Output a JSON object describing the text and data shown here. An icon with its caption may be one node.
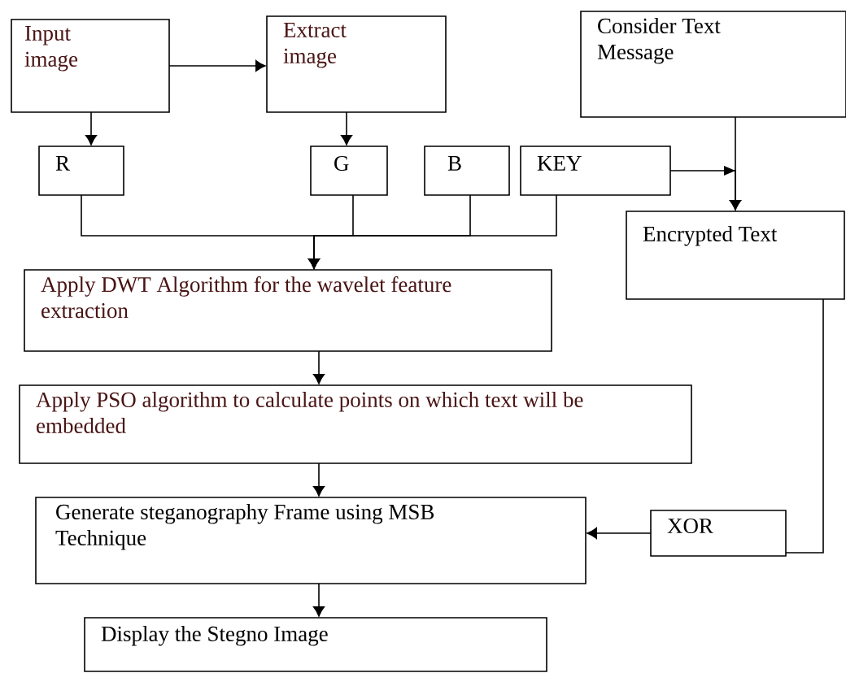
{
  "diagram": {
    "nodes": [
      {
        "text": [
          "Input image"
        ]
      },
      {
        "text": [
          "Extract image"
        ]
      },
      {
        "text": [
          "Consider Text Message"
        ]
      },
      {
        "text": [
          "R"
        ]
      },
      {
        "text": [
          "G"
        ]
      },
      {
        "text": [
          "B"
        ]
      },
      {
        "text": [
          "KEY"
        ]
      },
      {
        "text": [
          "Encrypted Text"
        ]
      },
      {
        "text": [
          "Apply DWT Algorithm for the wavelet feature extraction"
        ]
      },
      {
        "text": [
          "Apply PSO algorithm to calculate points on which text will be embedded"
        ]
      },
      {
        "text": [
          "Generate steganography Frame using MSB Technique"
        ]
      },
      {
        "text": [
          "XOR"
        ]
      },
      {
        "text": [
          "Display the Stegno Image"
        ]
      }
    ],
    "edges": [
      {
        "from": 0,
        "to": 1,
        "arrow": "to"
      },
      {
        "from": 0,
        "to": 3,
        "arrow": "to"
      },
      {
        "from": 1,
        "to": 4,
        "arrow": "to"
      },
      {
        "from": 3,
        "to": 8,
        "arrow": "to"
      },
      {
        "from": 4,
        "to": 8,
        "arrow": "to"
      },
      {
        "from": 5,
        "to": 8,
        "arrow": "to"
      },
      {
        "from": 6,
        "to": 8,
        "arrow": "to"
      },
      {
        "from": 2,
        "to": 7,
        "arrow": "to"
      },
      {
        "from": 6,
        "to": 7,
        "arrow": "to"
      },
      {
        "from": 8,
        "to": 9,
        "arrow": "to"
      },
      {
        "from": 9,
        "to": 10,
        "arrow": "to"
      },
      {
        "from": 7,
        "to": 11,
        "arrow": "none"
      },
      {
        "from": 11,
        "to": 10,
        "arrow": "to"
      },
      {
        "from": 10,
        "to": 12,
        "arrow": "to"
      }
    ]
  }
}
